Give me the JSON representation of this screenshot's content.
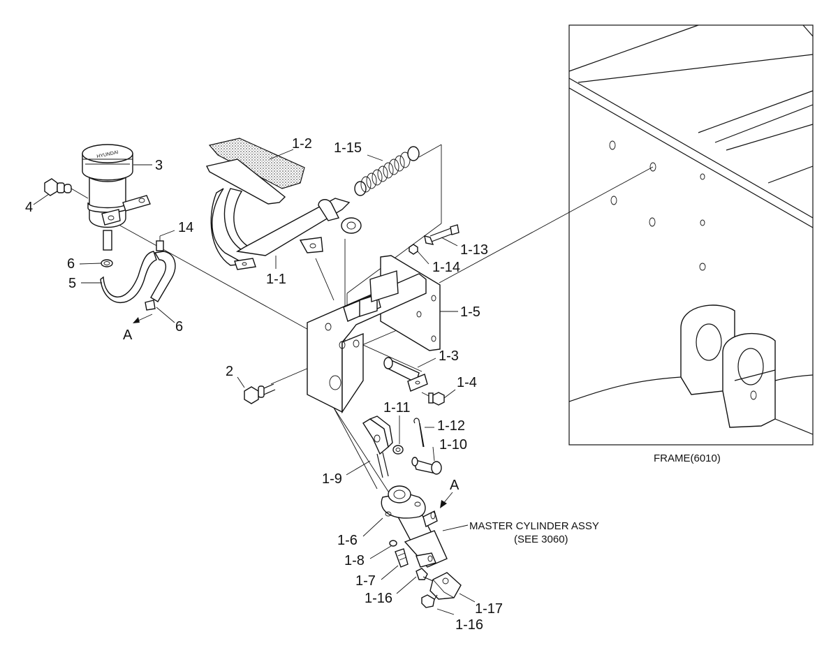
{
  "diagram": {
    "labels": {
      "part_3": "3",
      "part_4": "4",
      "part_6a": "6",
      "part_5": "5",
      "part_6b": "6",
      "part_a1": "A",
      "part_14": "14",
      "part_1_2": "1-2",
      "part_1_15": "1-15",
      "part_1_1": "1-1",
      "part_1_13": "1-13",
      "part_1_14": "1-14",
      "part_1_5": "1-5",
      "part_1_3": "1-3",
      "part_2": "2",
      "part_1_4": "1-4",
      "part_1_11": "1-11",
      "part_1_12": "1-12",
      "part_1_10": "1-10",
      "part_1_9": "1-9",
      "part_a2": "A",
      "part_1_6": "1-6",
      "part_1_8": "1-8",
      "part_1_7": "1-7",
      "part_1_16a": "1-16",
      "part_1_17": "1-17",
      "part_1_16b": "1-16"
    },
    "master_cylinder_line1": "MASTER CYLINDER ASSY",
    "master_cylinder_line2": "(SEE 3060)",
    "frame_caption": "FRAME(6010)",
    "reservoir_cap_text": "HYUNDAI"
  }
}
